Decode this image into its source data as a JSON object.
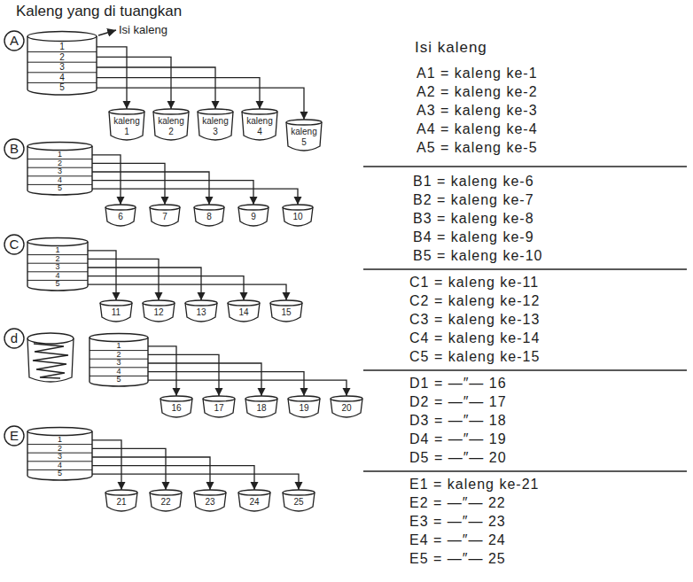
{
  "diagram": {
    "title": "Kaleng yang di tuangkan",
    "nodes": [
      {
        "text": [
          "A"
        ]
      },
      {
        "text": [
          "1",
          "2",
          "3",
          "4",
          "5"
        ]
      },
      {
        "text": [
          "kaleng 1"
        ]
      },
      {
        "text": [
          "kaleng 2"
        ]
      },
      {
        "text": [
          "kaleng 3"
        ]
      },
      {
        "text": [
          "kaleng 4"
        ]
      },
      {
        "text": [
          "kaleng 5"
        ]
      },
      {
        "text": [
          "B"
        ]
      },
      {
        "text": [
          "1",
          "2",
          "3",
          "4",
          "5"
        ]
      },
      {
        "text": [
          "6"
        ]
      },
      {
        "text": [
          "7"
        ]
      },
      {
        "text": [
          "8"
        ]
      },
      {
        "text": [
          "9"
        ]
      },
      {
        "text": [
          "10"
        ]
      },
      {
        "text": [
          "C"
        ]
      },
      {
        "text": [
          "1",
          "2",
          "3",
          "4",
          "5"
        ]
      },
      {
        "text": [
          "11"
        ]
      },
      {
        "text": [
          "12"
        ]
      },
      {
        "text": [
          "13"
        ]
      },
      {
        "text": [
          "14"
        ]
      },
      {
        "text": [
          "15"
        ]
      },
      {
        "text": [
          "d"
        ]
      },
      {
        "text": [
          "1",
          "2",
          "3",
          "4",
          "5"
        ]
      },
      {
        "text": [
          "16"
        ]
      },
      {
        "text": [
          "17"
        ]
      },
      {
        "text": [
          "18"
        ]
      },
      {
        "text": [
          "19"
        ]
      },
      {
        "text": [
          "20"
        ]
      },
      {
        "text": [
          "E"
        ]
      },
      {
        "text": [
          "1",
          "2",
          "3",
          "4",
          "5"
        ]
      },
      {
        "text": [
          "21"
        ]
      },
      {
        "text": [
          "22"
        ]
      },
      {
        "text": [
          "23"
        ]
      },
      {
        "text": [
          "24"
        ]
      },
      {
        "text": [
          "25"
        ]
      }
    ],
    "edges": [
      {
        "from": 1,
        "to": 2,
        "arrow": "to"
      },
      {
        "from": 1,
        "to": 3,
        "arrow": "to"
      },
      {
        "from": 1,
        "to": 4,
        "arrow": "to"
      },
      {
        "from": 1,
        "to": 5,
        "arrow": "to"
      },
      {
        "from": 1,
        "to": 6,
        "arrow": "to"
      },
      {
        "from": 8,
        "to": 9,
        "arrow": "to"
      },
      {
        "from": 8,
        "to": 10,
        "arrow": "to"
      },
      {
        "from": 8,
        "to": 11,
        "arrow": "to"
      },
      {
        "from": 8,
        "to": 12,
        "arrow": "to"
      },
      {
        "from": 8,
        "to": 13,
        "arrow": "to"
      },
      {
        "from": 15,
        "to": 16,
        "arrow": "to"
      },
      {
        "from": 15,
        "to": 17,
        "arrow": "to"
      },
      {
        "from": 15,
        "to": 18,
        "arrow": "to"
      },
      {
        "from": 15,
        "to": 19,
        "arrow": "to"
      },
      {
        "from": 15,
        "to": 20,
        "arrow": "to"
      },
      {
        "from": 22,
        "to": 23,
        "arrow": "to"
      },
      {
        "from": 22,
        "to": 24,
        "arrow": "to"
      },
      {
        "from": 22,
        "to": 25,
        "arrow": "to"
      },
      {
        "from": 22,
        "to": 26,
        "arrow": "to"
      },
      {
        "from": 22,
        "to": 27,
        "arrow": "to"
      },
      {
        "from": 29,
        "to": 30,
        "arrow": "to"
      },
      {
        "from": 29,
        "to": 31,
        "arrow": "to"
      },
      {
        "from": 29,
        "to": 32,
        "arrow": "to"
      },
      {
        "from": 29,
        "to": 33,
        "arrow": "to"
      },
      {
        "from": 29,
        "to": 34,
        "arrow": "to"
      }
    ],
    "labels": [
      "Isi kaleng",
      "Isi kaleng",
      "A1 = kaleng ke-1",
      "A2 = kaleng ke-2",
      "A3 = kaleng ke-3",
      "A4 = kaleng ke-4",
      "A5 = kaleng ke-5",
      "B1 = kaleng ke-6",
      "B2 = kaleng ke-7",
      "B3 = kaleng ke-8",
      "B4 = kaleng ke-9",
      "B5 = kaleng ke-10",
      "C1 = kaleng ke-11",
      "C2 = kaleng ke-12",
      "C3 = kaleng ke-13",
      "C4 = kaleng ke-14",
      "C5 = kaleng ke-15",
      "D1 = —″— 16",
      "D2 = —″— 17",
      "D3 = —″— 18",
      "D4 = —″— 19",
      "D5 = —″— 20",
      "E1 = kaleng ke-21",
      "E2 = —″— 22",
      "E3 = —″— 23",
      "E4 = —″— 24",
      "E5 = —″— 25"
    ]
  }
}
